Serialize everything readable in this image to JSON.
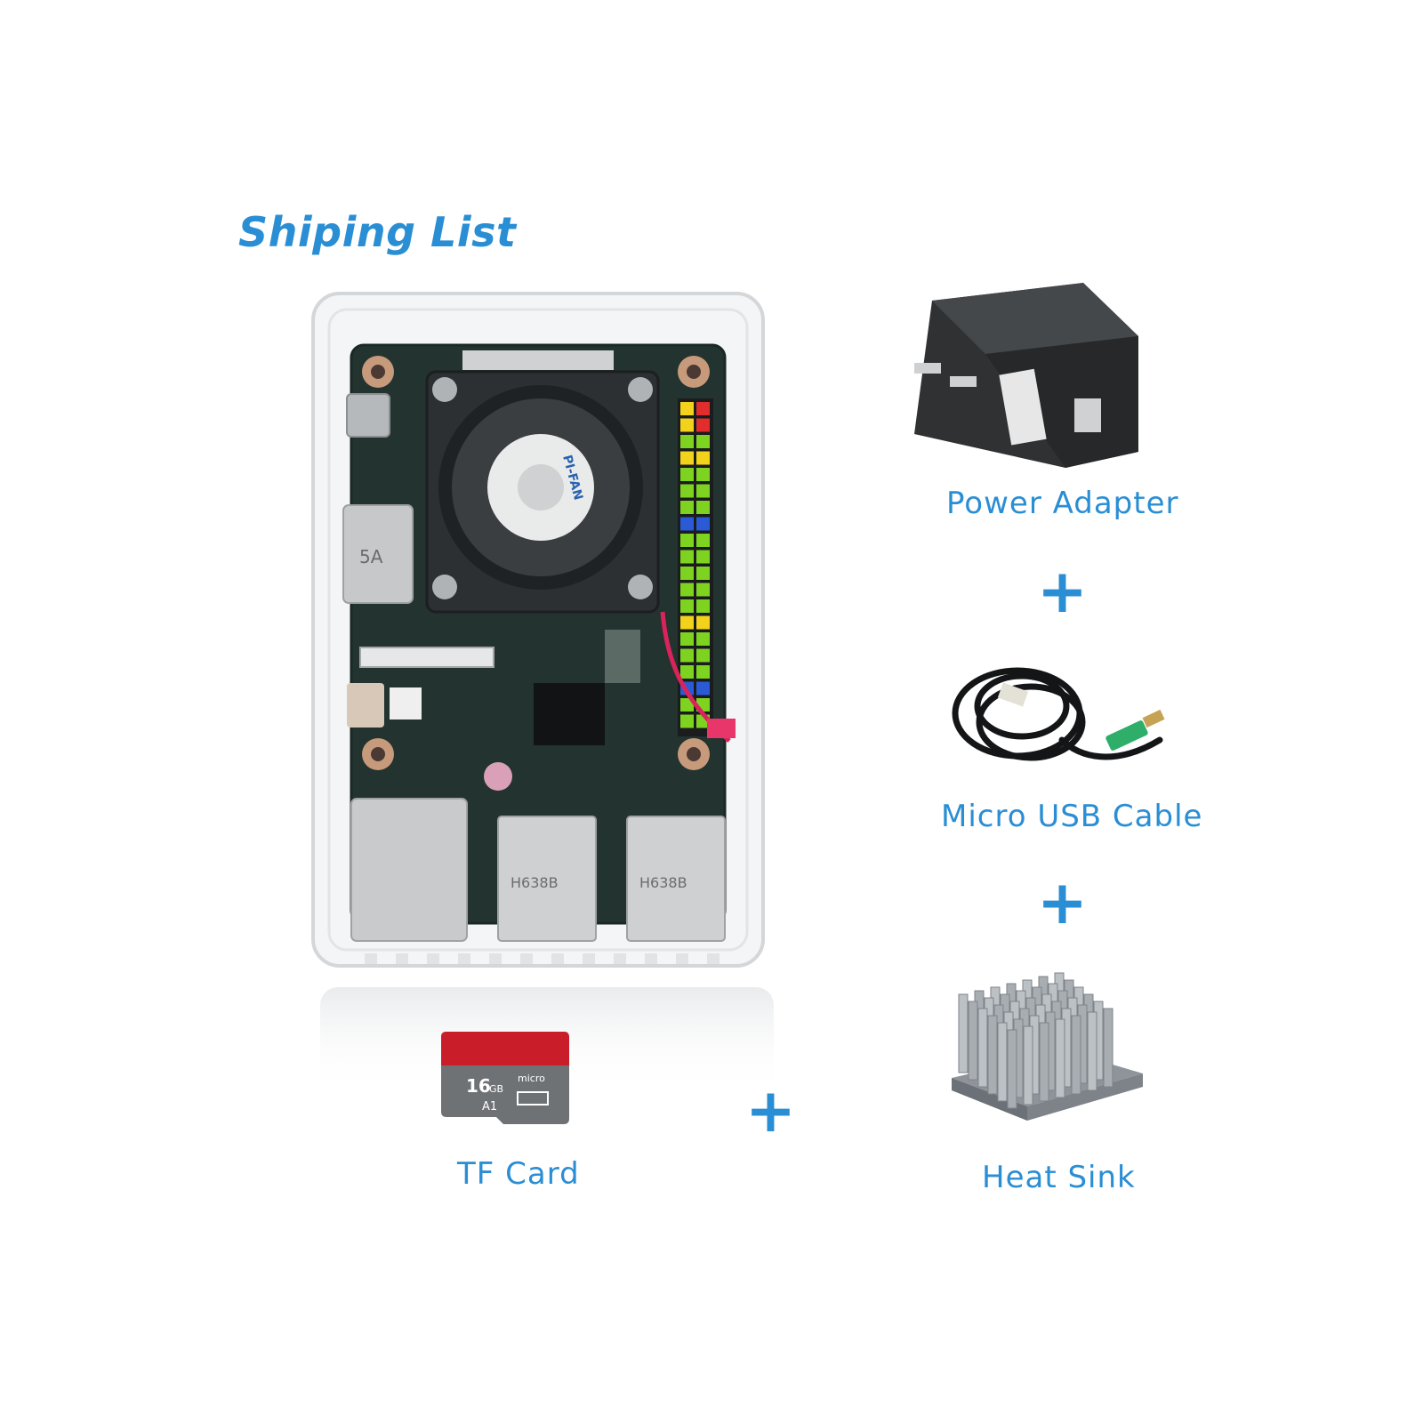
{
  "title": "Shiping List",
  "items": {
    "power_adapter": "Power Adapter",
    "micro_usb_cable": "Micro USB Cable",
    "heat_sink": "Heat Sink",
    "tf_card": "TF Card"
  },
  "plus": "+",
  "board": {
    "hdmi_label": "5A",
    "usb_label_1": "H638B",
    "usb_label_2": "H638B",
    "fan_brand": "PI-FAN"
  },
  "sd_card": {
    "capacity": "16",
    "unit": "GB",
    "brand": "micro",
    "class": "A1"
  },
  "colors": {
    "accent": "#2a8ed4"
  }
}
